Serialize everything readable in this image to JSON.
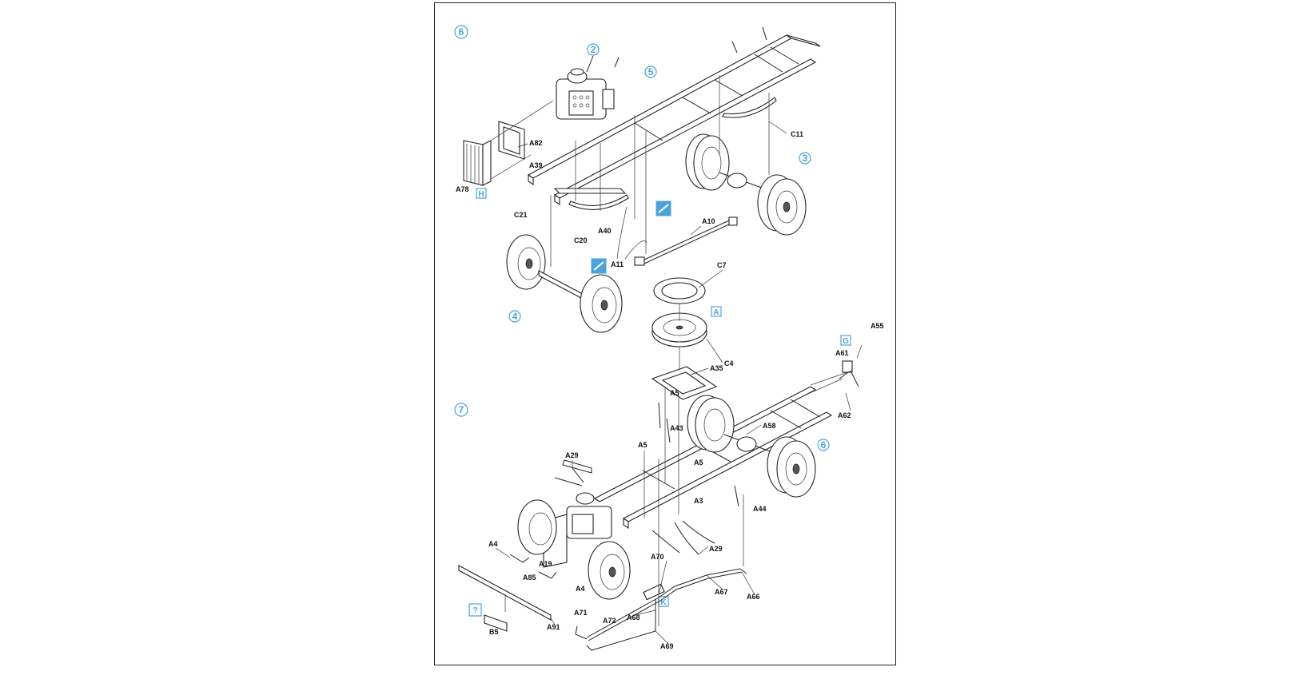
{
  "step_markers": [
    {
      "id": "step-6",
      "text": "6"
    },
    {
      "id": "step-7",
      "text": "7"
    },
    {
      "id": "sub-2",
      "text": "2"
    },
    {
      "id": "sub-3",
      "text": "3"
    },
    {
      "id": "sub-4",
      "text": "4"
    },
    {
      "id": "sub-5",
      "text": "5"
    },
    {
      "id": "sub-6",
      "text": "6"
    }
  ],
  "tags": [
    {
      "id": "tag-h",
      "text": "H"
    },
    {
      "id": "tag-a",
      "text": "A"
    },
    {
      "id": "tag-g",
      "text": "G"
    },
    {
      "id": "tag-k",
      "text": "K"
    },
    {
      "id": "tag-q",
      "text": "?"
    }
  ],
  "step6_labels": [
    "A82",
    "A78",
    "A39",
    "C21",
    "C20",
    "A40",
    "A11",
    "A10",
    "C11",
    "C7",
    "C4"
  ],
  "step7_labels": [
    "A35",
    "A55",
    "A61",
    "A62",
    "A5",
    "A43",
    "A58",
    "A5",
    "A29",
    "A5",
    "A3",
    "A44",
    "A29",
    "A4",
    "A85",
    "A19",
    "A4",
    "A70",
    "A67",
    "A66",
    "A71",
    "A68",
    "A72",
    "A69",
    "A91",
    "B5"
  ],
  "colors": {
    "accent": "#4aa3df",
    "line": "#222222"
  }
}
